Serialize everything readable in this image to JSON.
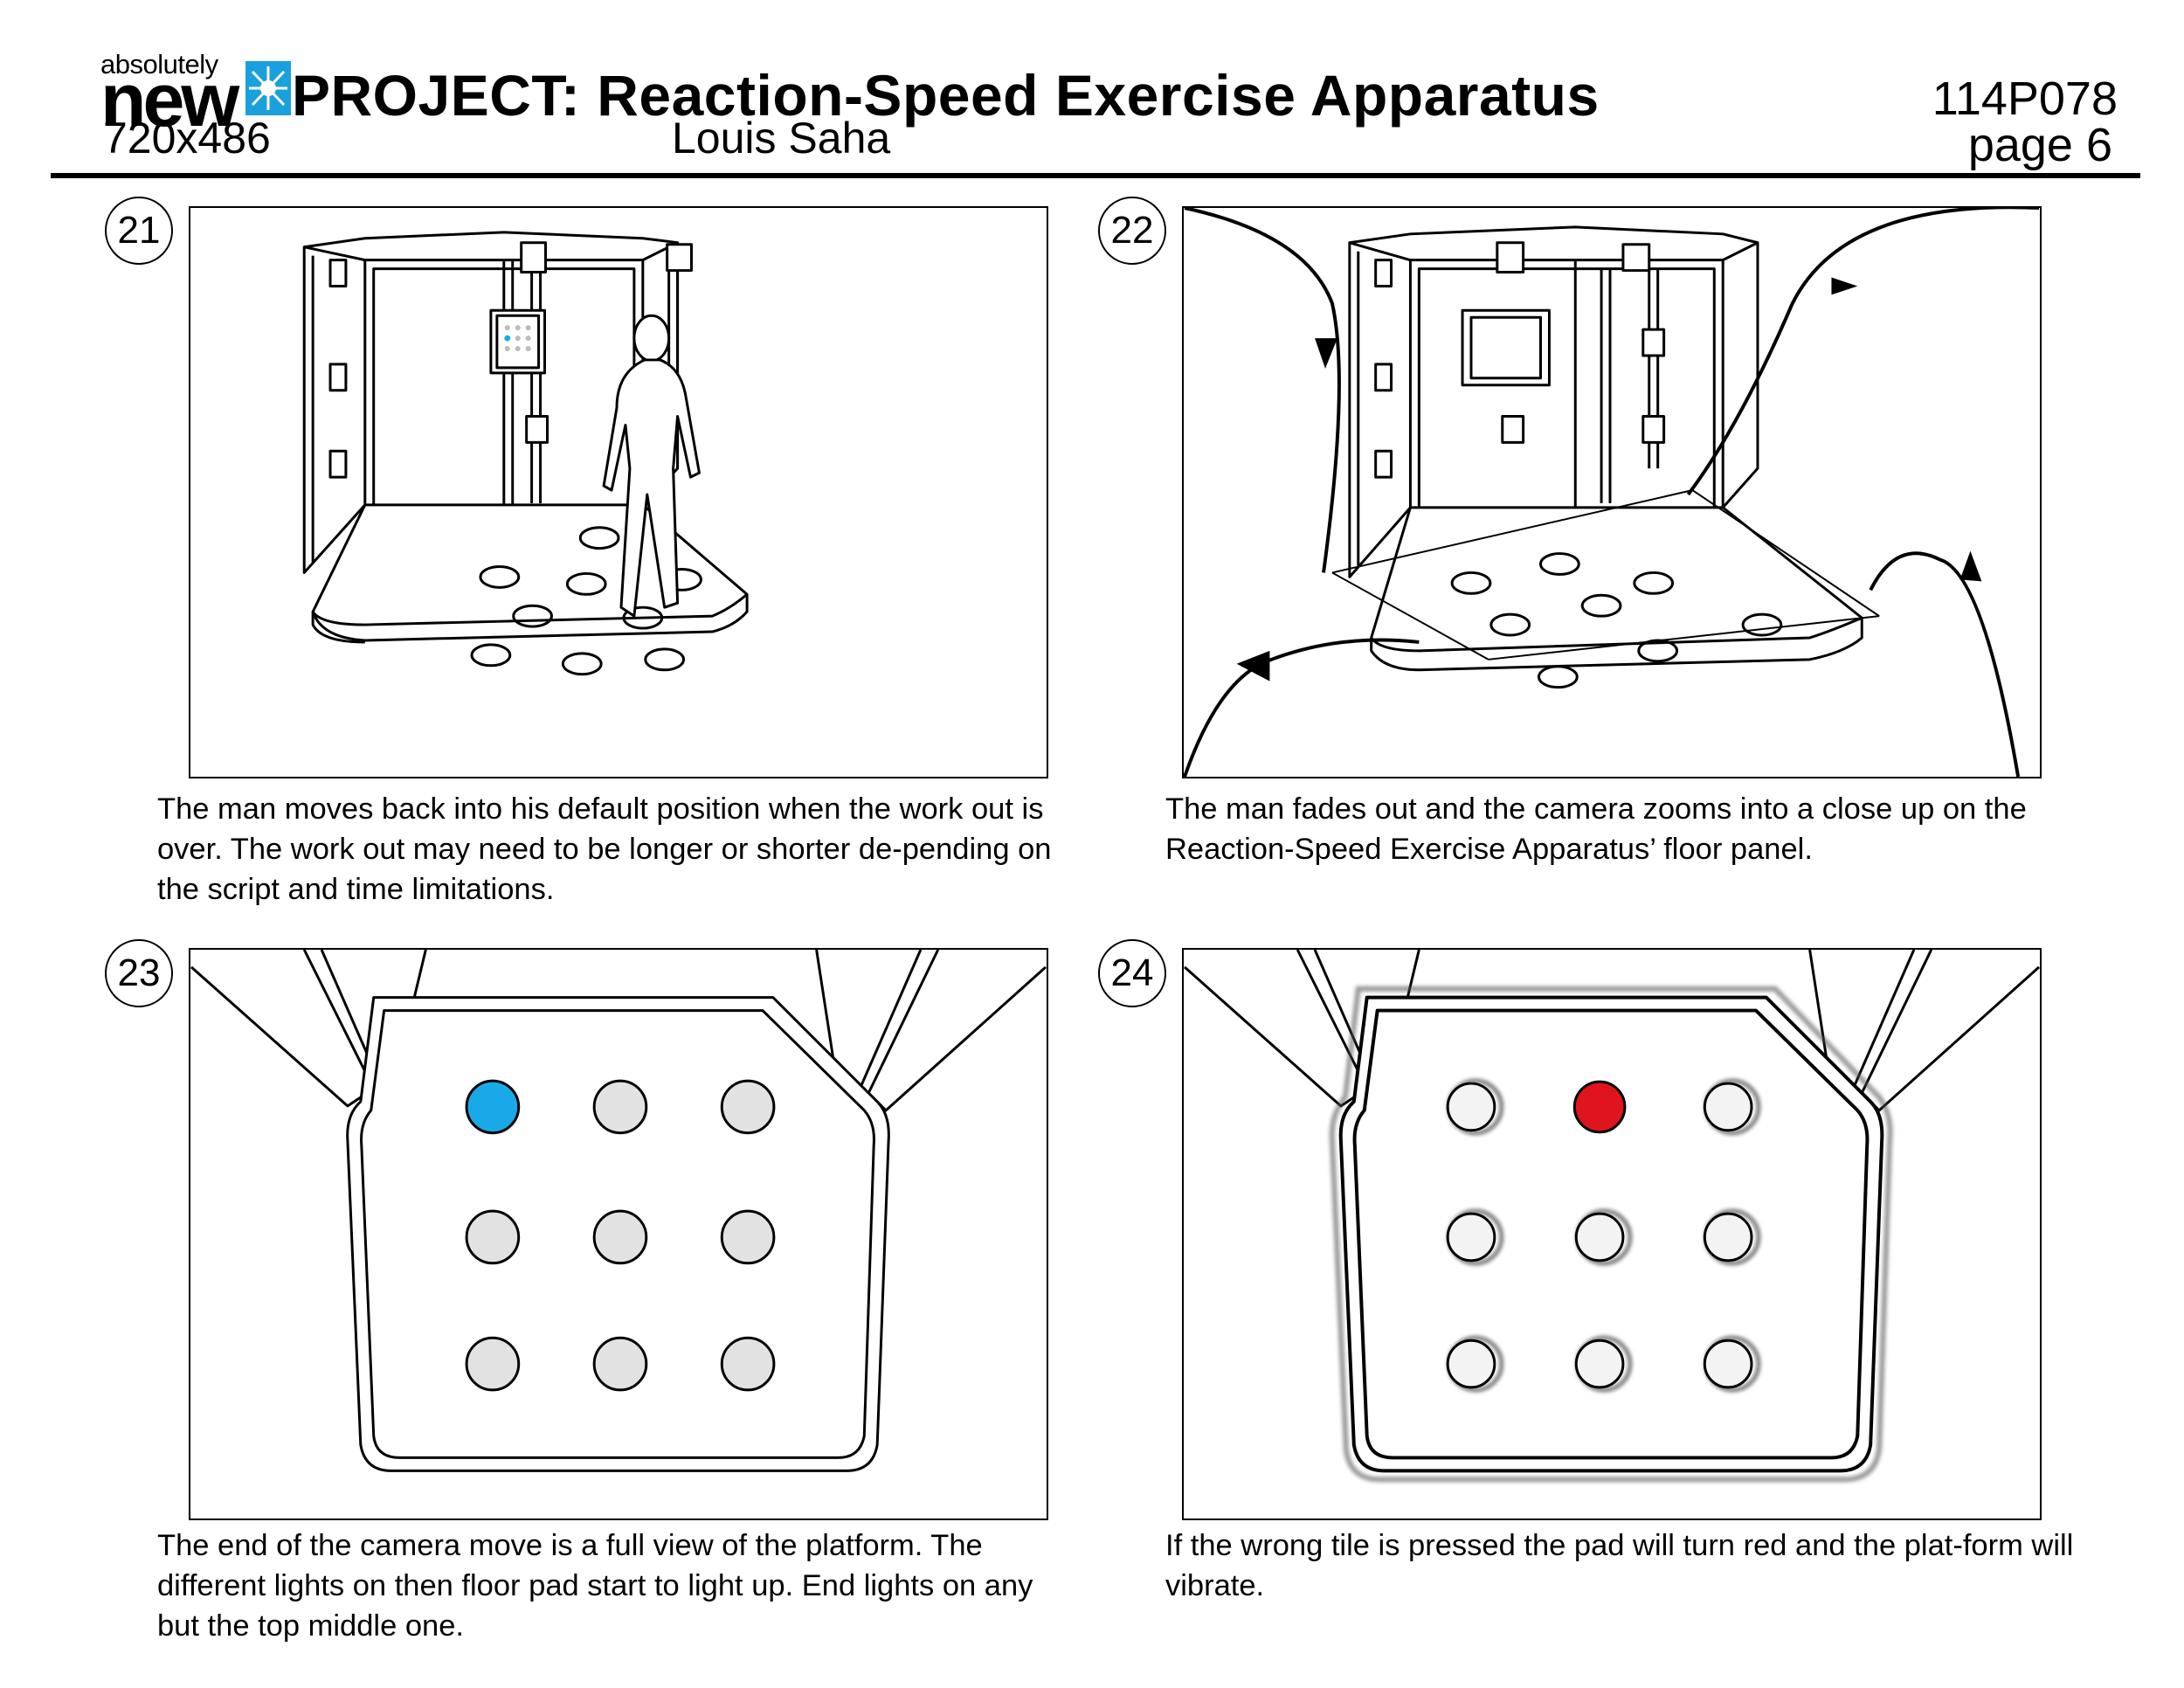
{
  "header": {
    "logo_small": "absolutely",
    "logo_big": "new",
    "resolution": "720x486",
    "project_title": "PROJECT: Reaction-Speed Exercise Apparatus",
    "author": "Louis Saha",
    "project_code": "114P078",
    "page_label": "page 6"
  },
  "frames": [
    {
      "number": "21",
      "caption": "The man moves back into his default position when the work out is over. The work out may need to be longer or shorter de-pending on the script and time limitations."
    },
    {
      "number": "22",
      "caption": "The man fades out and the camera zooms into a close up on the Reaction-Speed Exercise Apparatus’ floor panel."
    },
    {
      "number": "23",
      "caption": "The end of the camera move is a full view of the platform. The different lights on then floor pad start to light up. End lights on any but the top middle one."
    },
    {
      "number": "24",
      "caption": "If the wrong tile is pressed the pad will turn red and the plat-form will vibrate."
    }
  ],
  "colors": {
    "lit_blue": "#1aa9e8",
    "lit_red": "#e0141e",
    "tile_grey": "#e2e2e2",
    "logo_blue": "#1aa0dc"
  }
}
